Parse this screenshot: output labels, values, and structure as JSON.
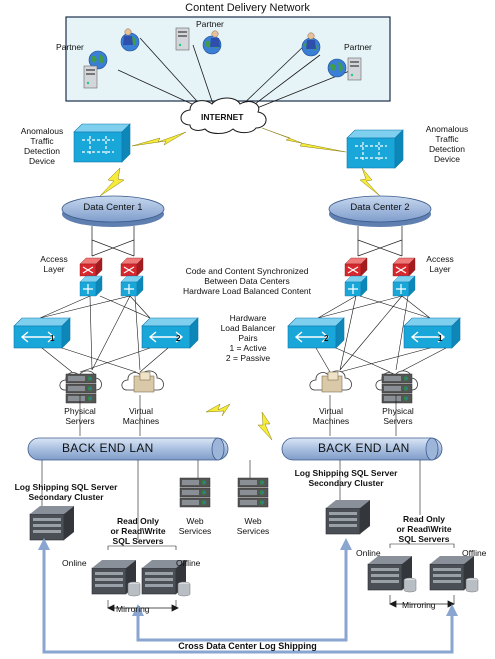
{
  "cdn": {
    "title": "Content Delivery Network",
    "partner_label": "Partner"
  },
  "internet": {
    "label": "INTERNET"
  },
  "ids": {
    "label_left": "Anomalous\nTraffic\nDetection\nDevice",
    "label_right": "Anomalous\nTraffic\nDetection\nDevice"
  },
  "data_centers": [
    {
      "label": "Data Center 1"
    },
    {
      "label": "Data Center 2"
    }
  ],
  "access_layer": {
    "label": "Access\nLayer"
  },
  "sync_note": "Code and Content Synchronized\nBetween Data Centers\nHardware Load Balanced Content",
  "lb_note": "Hardware\nLoad Balancer\nPairs\n1 = Active\n2 = Passive",
  "lb_numbers": {
    "active": "1",
    "passive": "2"
  },
  "servers": {
    "physical": "Physical\nServers",
    "virtual": "Virtual\nMachines"
  },
  "lan": {
    "label": "BACK END LAN"
  },
  "log_shipping": {
    "label": "Log Shipping SQL Server\nSecondary Cluster"
  },
  "web_services": {
    "label": "Web\nServices"
  },
  "sql": {
    "label": "Read Only\nor Read\\Write\nSQL Servers",
    "online": "Online",
    "offline": "Offline",
    "mirroring": "Mirroring"
  },
  "footer": {
    "label": "Cross Data Center Log Shipping"
  },
  "colors": {
    "cyan": "#19a6d8",
    "lan_blue": "#a9bfe0",
    "cdn_bg": "#e6f4f7",
    "arrow_blue": "#8aa6d0",
    "lightning": "#f6ea3a",
    "router_red": "#d8282e"
  }
}
